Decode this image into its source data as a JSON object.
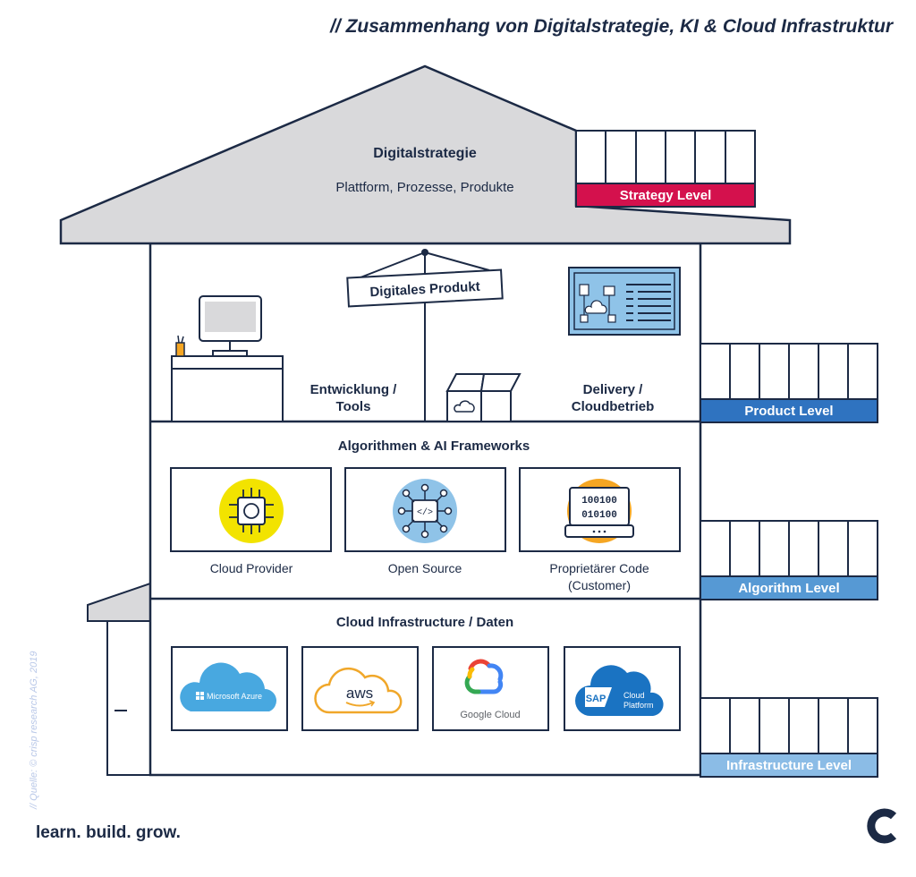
{
  "title": "// Zusammenhang von Digitalstrategie, KI & Cloud Infrastruktur",
  "roof": {
    "heading": "Digitalstrategie",
    "subheading": "Plattform, Prozesse, Produkte"
  },
  "product_floor": {
    "sign": "Digitales Produkt",
    "left_label_1": "Entwicklung /",
    "left_label_2": "Tools",
    "right_label_1": "Delivery /",
    "right_label_2": "Cloudbetrieb"
  },
  "algorithm_floor": {
    "heading": "Algorithmen & AI Frameworks",
    "cards": [
      {
        "label": "Cloud Provider",
        "icon": "ai-chip-icon",
        "color": "#f2e300"
      },
      {
        "label": "Open Source",
        "icon": "code-network-icon",
        "color": "#8fc3e8"
      },
      {
        "label": "Proprietärer Code",
        "label2": "(Customer)",
        "icon": "binary-laptop-icon",
        "color": "#f5a623",
        "binary_line_1": "100100",
        "binary_line_2": "010100"
      }
    ]
  },
  "infrastructure_floor": {
    "heading": "Cloud Infrastructure / Daten",
    "logos": [
      {
        "text": "Microsoft Azure",
        "icon": "azure-cloud-icon",
        "color": "#48a8e0"
      },
      {
        "text": "aws",
        "icon": "aws-cloud-icon",
        "color": "#f0a72a"
      },
      {
        "text": "Google Cloud",
        "icon": "google-cloud-icon",
        "color": "#4285f4"
      },
      {
        "text_badge": "SAP",
        "text_1": "Cloud",
        "text_2": "Platform",
        "icon": "sap-cloud-icon",
        "color": "#1a73c2"
      }
    ]
  },
  "levels": [
    {
      "label": "Strategy Level",
      "color": "#d4114d"
    },
    {
      "label": "Product Level",
      "color": "#2f73c0"
    },
    {
      "label": "Algorithm Level",
      "color": "#5699d4"
    },
    {
      "label": "Infrastructure Level",
      "color": "#8bbce6"
    }
  ],
  "source_note": "// Quelle: © crisp research AG, 2019",
  "tagline": "learn. build. grow.",
  "colors": {
    "outline": "#1c2a45",
    "roof": "#d9d9db"
  }
}
